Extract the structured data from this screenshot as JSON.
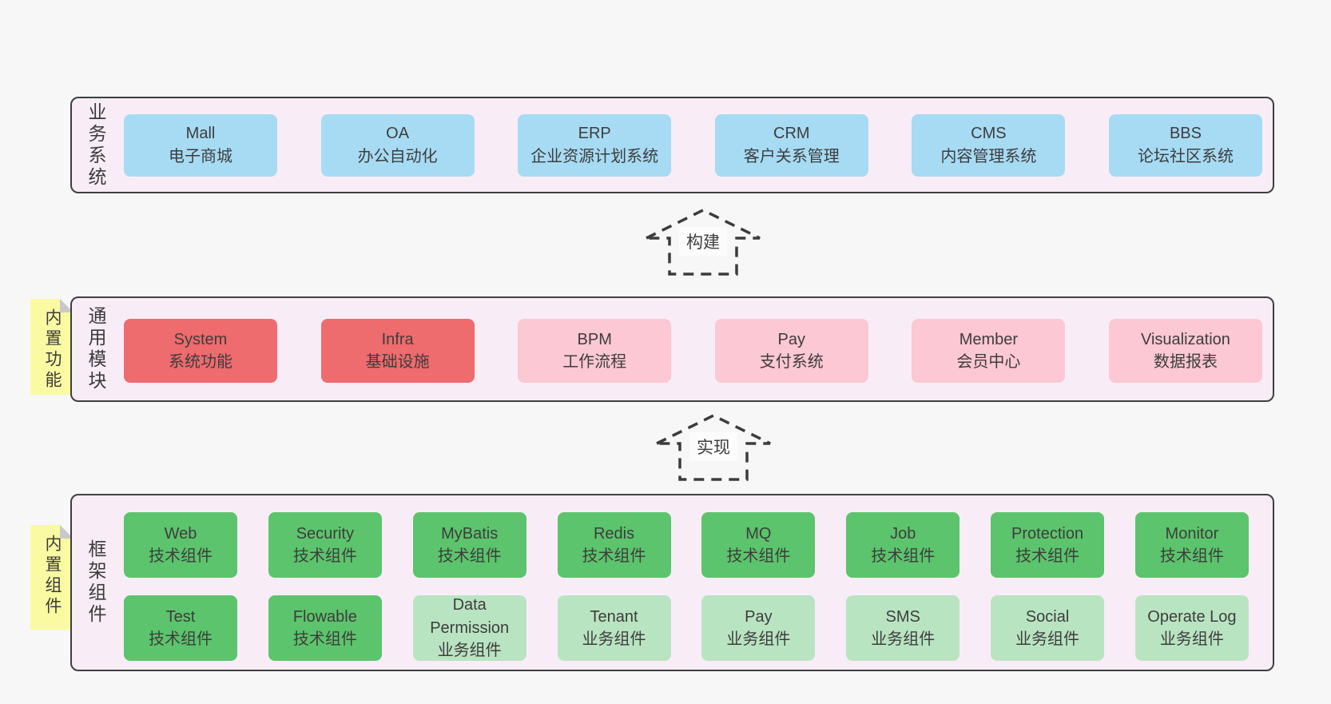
{
  "colors": {
    "page_bg": "#f7f7f7",
    "panel_bg": "#f8edf7",
    "panel_border": "#3f3f3f",
    "blue": "#a7dbf4",
    "red": "#ee6b6e",
    "pink": "#fbc8d3",
    "green": "#5cc46c",
    "light_green": "#b9e4c2",
    "note_yellow": "#fafaa3",
    "note_fold": "#c9c9c9",
    "text": "#3d3d3d"
  },
  "arrows": {
    "build": "构建",
    "implement": "实现"
  },
  "sections": {
    "business": {
      "label": "业务系统",
      "boxes": [
        {
          "title": "Mall",
          "subtitle": "电子商城"
        },
        {
          "title": "OA",
          "subtitle": "办公自动化"
        },
        {
          "title": "ERP",
          "subtitle": "企业资源计划系统"
        },
        {
          "title": "CRM",
          "subtitle": "客户关系管理"
        },
        {
          "title": "CMS",
          "subtitle": "内容管理系统"
        },
        {
          "title": "BBS",
          "subtitle": "论坛社区系统"
        }
      ]
    },
    "modules": {
      "label": "通用模块",
      "note": "内置功能",
      "boxes": [
        {
          "title": "System",
          "subtitle": "系统功能"
        },
        {
          "title": "Infra",
          "subtitle": "基础设施"
        },
        {
          "title": "BPM",
          "subtitle": "工作流程"
        },
        {
          "title": "Pay",
          "subtitle": "支付系统"
        },
        {
          "title": "Member",
          "subtitle": "会员中心"
        },
        {
          "title": "Visualization",
          "subtitle": "数据报表"
        }
      ]
    },
    "framework": {
      "label": "框架组件",
      "note": "内置组件",
      "row1": [
        {
          "title": "Web",
          "subtitle": "技术组件"
        },
        {
          "title": "Security",
          "subtitle": "技术组件"
        },
        {
          "title": "MyBatis",
          "subtitle": "技术组件"
        },
        {
          "title": "Redis",
          "subtitle": "技术组件"
        },
        {
          "title": "MQ",
          "subtitle": "技术组件"
        },
        {
          "title": "Job",
          "subtitle": "技术组件"
        },
        {
          "title": "Protection",
          "subtitle": "技术组件"
        },
        {
          "title": "Monitor",
          "subtitle": "技术组件"
        }
      ],
      "row2": [
        {
          "title": "Test",
          "subtitle": "技术组件"
        },
        {
          "title": "Flowable",
          "subtitle": "技术组件"
        },
        {
          "title": "Data Permission",
          "subtitle": "业务组件"
        },
        {
          "title": "Tenant",
          "subtitle": "业务组件"
        },
        {
          "title": "Pay",
          "subtitle": "业务组件"
        },
        {
          "title": "SMS",
          "subtitle": "业务组件"
        },
        {
          "title": "Social",
          "subtitle": "业务组件"
        },
        {
          "title": "Operate Log",
          "subtitle": "业务组件"
        }
      ]
    }
  }
}
